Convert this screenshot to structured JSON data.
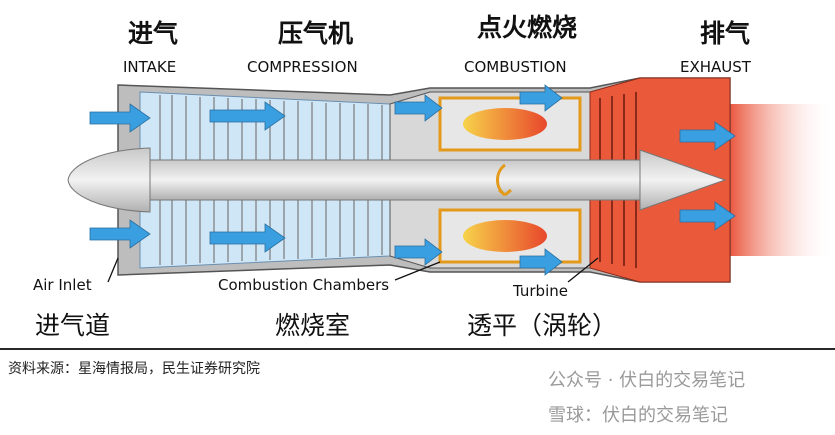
{
  "stages": {
    "intake": {
      "zh": "进气",
      "en": "INTAKE"
    },
    "compression": {
      "zh": "压气机",
      "en": "COMPRESSION"
    },
    "combustion": {
      "zh": "点火燃烧",
      "en": "COMBUSTION"
    },
    "exhaust": {
      "zh": "排气",
      "en": "EXHAUST"
    }
  },
  "parts": {
    "air_inlet": {
      "en": "Air Inlet",
      "zh": "进气道"
    },
    "combustion_chambers": {
      "en": "Combustion Chambers",
      "zh": "燃烧室"
    },
    "turbine": {
      "en": "Turbine",
      "zh": "透平（涡轮）"
    }
  },
  "source": "资料来源：星海情报局，民生证券研究院",
  "watermarks": [
    "公众号 · 伏白的交易笔记",
    "雪球：伏白的交易笔记"
  ],
  "colors": {
    "flow": "#3a9fe0",
    "hot": "#e8472c",
    "flame": "#f0a020",
    "casing": "#9a9a9a"
  }
}
